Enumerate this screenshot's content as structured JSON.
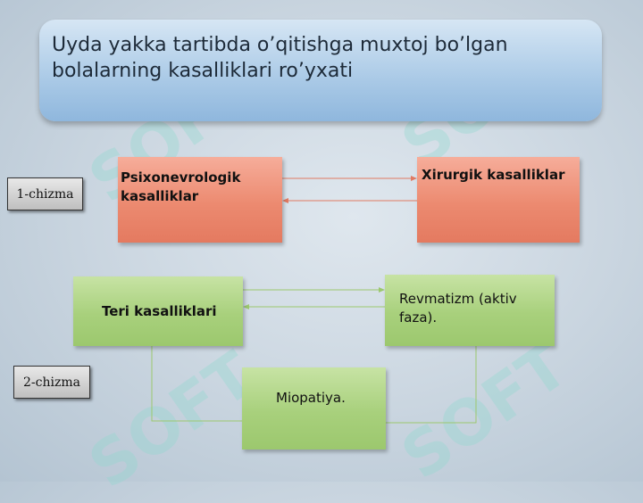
{
  "slide": {
    "title": "Uyda yakka tartibda o’qitishga muxtoj bo’lgan bolalarning kasalliklari ro’yxati",
    "watermark": "SOFT"
  },
  "diagram1": {
    "label": "1-chizma",
    "left_box": "Psixonevrologik kasalliklar",
    "right_box": "Xirurgik kasalliklar"
  },
  "diagram2": {
    "label": "2-chizma",
    "left_box": "Teri kasalliklari",
    "right_box": "Revmatizm (aktiv faza).",
    "bottom_box": "Miopatiya."
  },
  "colors": {
    "red_box": "#ec8a70",
    "green_box": "#a8d07c",
    "title_box": "#a9c9e6",
    "connector_red": "#e07a62",
    "connector_green": "#9cc86e"
  }
}
